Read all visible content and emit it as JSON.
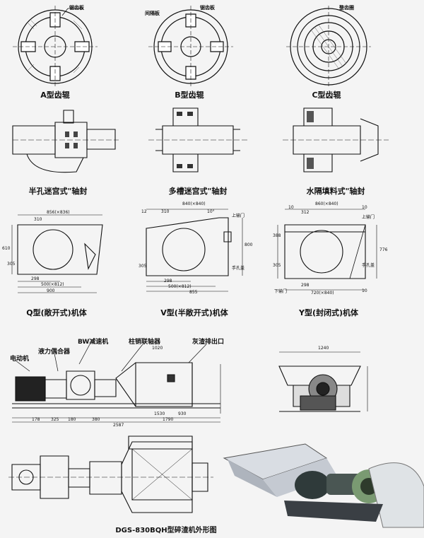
{
  "rollers": {
    "a": {
      "caption": "A型齿辊",
      "callout": "锯齿板"
    },
    "b": {
      "caption": "B型齿辊",
      "callout_left": "间隔板",
      "callout_right": "锯齿板"
    },
    "c": {
      "caption": "C型齿辊",
      "callout": "整齿圈"
    }
  },
  "seals": {
    "a": {
      "caption": "半孔迷宫式\"轴封"
    },
    "b": {
      "caption": "多槽迷宫式\"轴封"
    },
    "c": {
      "caption": "水隔填料式\"轴封"
    }
  },
  "bodies": {
    "q": {
      "caption": "Q型(敞开式)机体",
      "dims": {
        "top": "856(×836)",
        "top_inner": "310",
        "height": "610",
        "h2": "305",
        "b1": "298",
        "b2": "500(×812)",
        "b3": "900"
      }
    },
    "v": {
      "caption": "V型(半敞开式)机体",
      "dims": {
        "top": "840(×840)",
        "d1": "12",
        "d2": "310",
        "angle": "10°",
        "inlet": "上输门",
        "height": "800",
        "h2": "305",
        "b1": "298",
        "b2": "500(×812)",
        "b3": "855",
        "water": "手孔盖"
      }
    },
    "y": {
      "caption": "Y型(封闭式)机体",
      "dims": {
        "top": "860(×840)",
        "d1": "10",
        "d2": "312",
        "d3": "10",
        "inlet": "上输门",
        "h1": "388",
        "h2": "305",
        "height": "776",
        "b1": "298",
        "b2": "720(×840)",
        "b3": "10",
        "water": "手孔盖",
        "outlet": "下输门"
      }
    }
  },
  "assembly": {
    "labels": {
      "motor": "电动机",
      "coupling": "液力偶合器",
      "reducer": "BW减速机",
      "pin_coupling": "柱销联轴器",
      "slag_outlet": "灰渣排出口"
    },
    "dims": [
      "178",
      "325",
      "180",
      "380",
      "1530",
      "930",
      "1790",
      "2587",
      "1020",
      "1240"
    ],
    "caption": "DGS-830BQH型碎渣机外形图"
  }
}
